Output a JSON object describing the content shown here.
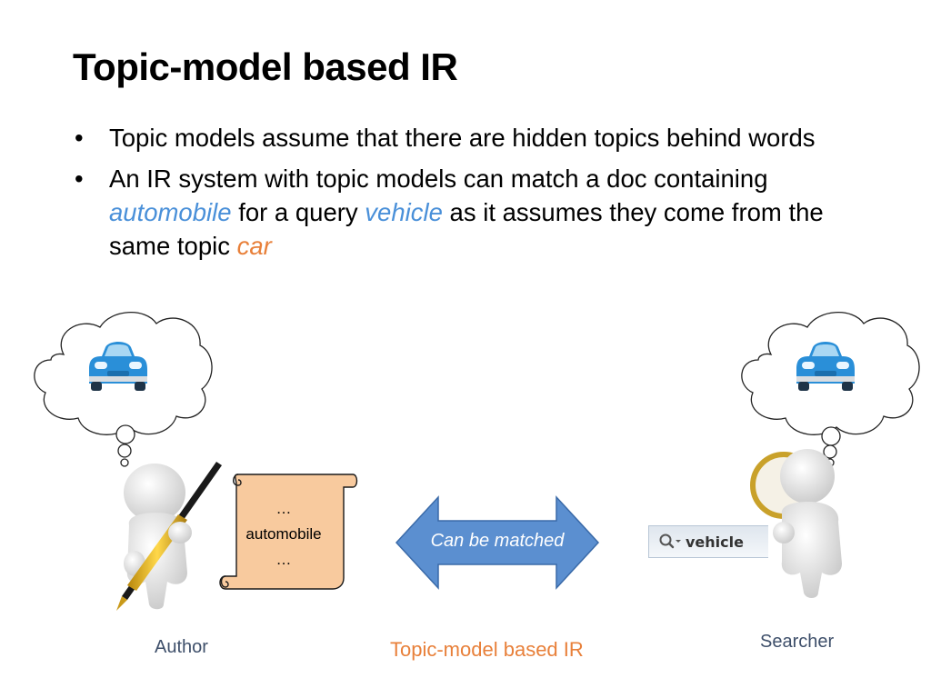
{
  "title": "Topic-model based IR",
  "bullets": [
    {
      "text": "Topic models assume that there are hidden topics behind words"
    },
    {
      "part1": "An IR system with topic models can match a doc containing",
      "term1": "automobile",
      "part2": "for a query",
      "term2": "vehicle",
      "part3": "as it assumes they come from the same topic",
      "term3": "car"
    }
  ],
  "document": {
    "line1": "…",
    "line2": "automobile",
    "line3": "…"
  },
  "arrow_label": "Can be matched",
  "search_box": {
    "value": "vehicle",
    "icon": "search-icon"
  },
  "captions": {
    "author": "Author",
    "center": "Topic-model based IR",
    "searcher": "Searcher"
  },
  "colors": {
    "highlight_blue": "#4a90d9",
    "highlight_orange": "#e8803a",
    "arrow_fill": "#5b8fd0",
    "scroll_fill": "#f8ca9e",
    "car_blue": "#2a8fd8"
  }
}
